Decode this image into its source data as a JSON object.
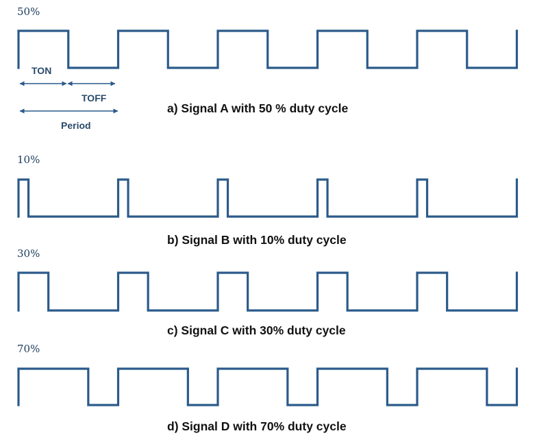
{
  "colors": {
    "wave": "#2b5a8a",
    "annotation": "#2a5a8a"
  },
  "annotations": {
    "ton": "TON",
    "toff": "TOFF",
    "period": "Period"
  },
  "signals": [
    {
      "percent_label": "50%",
      "caption": "a) Signal A with 50 % duty cycle",
      "duty_cycle": 0.5
    },
    {
      "percent_label": "10%",
      "caption": "b) Signal B with 10% duty cycle",
      "duty_cycle": 0.1
    },
    {
      "percent_label": "30%",
      "caption": "c) Signal C with 30% duty cycle",
      "duty_cycle": 0.3
    },
    {
      "percent_label": "70%",
      "caption": "d) Signal D with 70% duty cycle",
      "duty_cycle": 0.7
    }
  ]
}
